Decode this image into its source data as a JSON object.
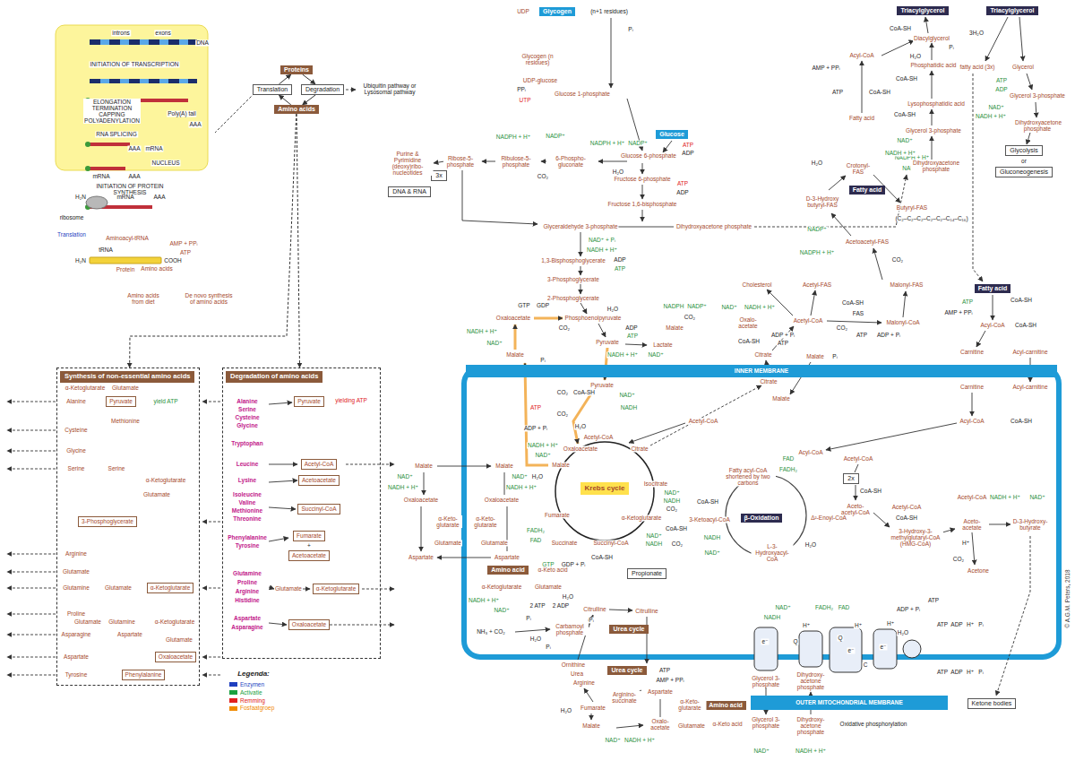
{
  "diagram": {
    "nodes": [
      {
        "text": [
          "Proteins"
        ]
      },
      {
        "text": [
          "Translation"
        ]
      },
      {
        "text": [
          "Degradation"
        ]
      },
      {
        "text": [
          "Amino acids"
        ]
      },
      {
        "text": [
          "Glycogen"
        ]
      },
      {
        "text": [
          "3x"
        ]
      },
      {
        "text": [
          "DNA & RNA"
        ]
      },
      {
        "text": [
          "Glucose"
        ]
      },
      {
        "text": [
          "Triacylglycerol"
        ]
      },
      {
        "text": [
          "Triacylglycerol"
        ]
      },
      {
        "text": [
          "Glycolysis"
        ]
      },
      {
        "text": [
          "Gluconeogenesis"
        ]
      },
      {
        "text": [
          "Fatty acid"
        ]
      },
      {
        "text": [
          "Fatty acid"
        ]
      },
      {
        "text": [
          "INNER MEMBRANE"
        ]
      },
      {
        "text": [
          "Krebs cycle"
        ]
      },
      {
        "text": [
          "β-Oxidation"
        ]
      },
      {
        "text": [
          "2x"
        ]
      },
      {
        "text": [
          "Propionate"
        ]
      },
      {
        "text": [
          "Amino acid"
        ]
      },
      {
        "text": [
          "Urea cycle"
        ]
      },
      {
        "text": [
          "Urea cycle"
        ]
      },
      {
        "text": [
          "Amino acid"
        ]
      },
      {
        "text": [
          "OUTER MITOCHONDRIAL MEMBRANE"
        ]
      },
      {
        "text": [
          "Ketone bodies"
        ]
      },
      {
        "text": [
          "Synthesis of non-essential amino acids"
        ]
      },
      {
        "text": [
          "Pyruvate"
        ],
        "in": 25
      },
      {
        "text": [
          "3-Phosphoglycerate"
        ],
        "in": 25
      },
      {
        "text": [
          "α-Ketoglutarate"
        ],
        "in": 25
      },
      {
        "text": [
          "Oxaloacetate"
        ],
        "in": 25
      },
      {
        "text": [
          "Phenylalanine"
        ],
        "in": 25
      },
      {
        "text": [
          "Degradation of amino acids"
        ]
      },
      {
        "text": [
          "Pyruvate"
        ],
        "in": 31
      },
      {
        "text": [
          "Acetyl-CoA"
        ],
        "in": 31
      },
      {
        "text": [
          "Acetoacetate"
        ],
        "in": 31
      },
      {
        "text": [
          "Succinyl-CoA"
        ],
        "in": 31
      },
      {
        "text": [
          "Fumarate"
        ],
        "in": 31
      },
      {
        "text": [
          "Acetoacetate"
        ],
        "in": 31
      },
      {
        "text": [
          "α-Ketoglutarate"
        ],
        "in": 31
      },
      {
        "text": [
          "Oxaloacetate"
        ],
        "in": 31
      }
    ],
    "edges": [
      {
        "from": 1,
        "to": 0,
        "arrow": "to"
      },
      {
        "from": 0,
        "to": 2,
        "arrow": "to"
      },
      {
        "from": 2,
        "to": 3,
        "arrow": "to"
      },
      {
        "from": 3,
        "to": 1,
        "arrow": "to"
      },
      {
        "from": 3,
        "to": 25,
        "arrow": "to"
      },
      {
        "from": 3,
        "to": 31,
        "arrow": "to"
      }
    ],
    "labels": [
      "introns",
      "exons",
      "DNA",
      "INITIATION OF TRANSCRIPTION",
      "ELONGATION TERMINATION CAPPING POLYADENYLATION",
      "Poly(A) tail",
      "AAA",
      "RNA SPLICING",
      "AAA",
      "mRNA",
      "NUCLEUS",
      "AAA",
      "mRNA",
      "INITIATION OF PROTEIN SYNTHESIS",
      "H₂N",
      "mRNA",
      "AAA",
      "ribosome",
      "Translation",
      "Aminoacyl-tRNA",
      "AMP + PPᵢ",
      "ATP",
      "tRNA",
      "Amino acids",
      "H₂N",
      "COOH",
      "Protein",
      "Amino acids from diet",
      "De novo synthesis of amino acids",
      "Ubiquitin pathway or Lysosomal pathway",
      "UDP",
      "(n+1 residues)",
      "Pᵢ",
      "Glycogen (n residues)",
      "UDP-glucose",
      "PPᵢ",
      "UTP",
      "Glucose 1-phosphate",
      "NADPH + H⁺",
      "NADP⁺",
      "NADPH + H⁺",
      "NADP⁺",
      "Ribose-5-phosphate",
      "Ribulose-5-phosphate",
      "6-Phospho-gluconate",
      "CO₂",
      "H₂O",
      "Glucose 6-phosphate",
      "ATP",
      "ADP",
      "Purine & Pyrimidine (deoxy)ribo-nucleotides",
      "Fructose 6-phosphate",
      "ATP",
      "ADP",
      "Fructose 1,6-bisphosphate",
      "Glyceraldehyde 3-phosphate",
      "Dihydroxyacetone phosphate",
      "NAD⁺ + Pᵢ",
      "NADH + H⁺",
      "1,3-Bisphosphoglycerate",
      "ADP",
      "ATP",
      "3-Phosphoglycerate",
      "2-Phosphoglycerate",
      "GTP",
      "GDP",
      "H₂O",
      "Phosphoenolpyruvate",
      "Oxaloacetate",
      "CO₂",
      "ADP",
      "ATP",
      "Pyruvate",
      "NADH + H⁺",
      "NAD⁺",
      "Malate",
      "NADPH",
      "NADP⁺",
      "CO₂",
      "Malate",
      "Lactate",
      "NADH + H⁺",
      "NAD⁺",
      "Pᵢ",
      "Pyruvate",
      "CO₂",
      "CoA-SH",
      "NAD⁺",
      "NADH",
      "ATP",
      "ADP + Pᵢ",
      "CO₂",
      "H₂O",
      "Acetyl-CoA",
      "NADH + H⁺",
      "NAD⁺",
      "Oxaloacetate",
      "Citrate",
      "Malate",
      "H₂O",
      "Isocitrate",
      "Fumarate",
      "NAD⁺",
      "NADH",
      "CO₂",
      "α-Ketoglutarate",
      "FADH₂",
      "FAD",
      "Succinate",
      "Succinyl-CoA",
      "CoA-SH",
      "NAD⁺",
      "NADH",
      "CO₂",
      "GTP",
      "GDP + Pᵢ",
      "CoA-SH",
      "Malate",
      "NAD⁺",
      "NADH + H⁺",
      "Oxaloacetate",
      "α-Keto-glutarate",
      "Glutamate",
      "Aspartate",
      "Malate",
      "NAD⁺",
      "NADH + H⁺",
      "Oxaloacetate",
      "α-Keto-glutarate",
      "Glutamate",
      "Aspartate",
      "α-Keto acid",
      "α-Ketoglutarate",
      "Glutamate",
      "H₂O",
      "NADH + H⁺",
      "NAD⁺",
      "NH₃ + CO₂",
      "2 ATP",
      "2 ADP",
      "Pᵢ",
      "Carbamoyl phosphate",
      "H₂O",
      "Pᵢ",
      "Citrulline",
      "Pᵢ",
      "Citrulline",
      "Ornithine",
      "Urea",
      "Arginine",
      "ATP",
      "AMP + PPᵢ",
      "Aspartate",
      "Arginino-succinate",
      "Fumarate",
      "H₂O",
      "Malate",
      "Oxalo-acetate",
      "NAD⁺",
      "NADH + H⁺",
      "α-Keto-glutarate",
      "Glutamate",
      "α-Keto acid",
      "NAD⁺",
      "NADH + H⁺",
      "Oxalo-acetate",
      "CoA-SH",
      "ADP + Pᵢ",
      "ATP",
      "Citrate",
      "Acetyl-CoA",
      "Cholesterol",
      "Citrate",
      "Malate",
      "Malate",
      "Pᵢ",
      "Acetyl-FAS",
      "CoA-SH",
      "FAS",
      "CO₂",
      "ATP",
      "ADP + Pᵢ",
      "Malonyl-CoA",
      "Malonyl-FAS",
      "Acetoacetyl-FAS",
      "CO₂",
      "NADP⁺",
      "NADPH + H⁺",
      "D-3-Hydroxy butyryl-FAS",
      "H₂O",
      "Crotonyl-FAS",
      "NADPH + H⁺",
      "NADP⁺",
      "Butyryl-FAS",
      "(C₂–C₂–C₂–C₂–C₂–C₁₄–C₁₆)",
      "CoA-SH",
      "Diacylglycerol",
      "Pᵢ",
      "H₂O",
      "Phosphatidic acid",
      "Acyl-CoA",
      "CoA-SH",
      "AMP + PPᵢ",
      "ATP",
      "CoA-SH",
      "Fatty acid",
      "Lysophosphatidic acid",
      "CoA-SH",
      "Glycerol 3-phosphate",
      "NAD⁺",
      "NADH + H⁺",
      "Dihydroxyacetone phosphate",
      "3H₂O",
      "fatty acid (3x)",
      "Glycerol",
      "ATP",
      "ADP",
      "Glycerol 3-phosphate",
      "NAD⁺",
      "NADH + H⁺",
      "Dihydroxyacetone phosphate",
      "or",
      "ATP",
      "AMP + PPᵢ",
      "CoA-SH",
      "Acyl-CoA",
      "CoA-SH",
      "Carnitine",
      "Acyl-carnitine",
      "Carnitine",
      "Acyl-carnitine",
      "Acyl-CoA",
      "CoA-SH",
      "Acetyl-CoA",
      "Acyl-CoA",
      "Acetyl-CoA",
      "Fatty acyl-CoA shortened by two carbons",
      "CoA-SH",
      "FAD",
      "FADH₂",
      "3-Ketoacyl-CoA",
      "Δ²-Enoyl-CoA",
      "NADH",
      "NAD⁺",
      "L-3-Hydroxyacyl-CoA",
      "H₂O",
      "CoA-SH",
      "Aceto-acetyl-CoA",
      "Acetyl-CoA",
      "CoA-SH",
      "3-Hydroxy-3-methylglutaryl-CoA (HMG-CoA)",
      "Acetyl-CoA",
      "Aceto-acetate",
      "NADH + H⁺",
      "NAD⁺",
      "D-3-Hydroxy-butyrate",
      "H⁺",
      "CO₂",
      "Acetone",
      "NAD⁺",
      "NADH",
      "FADH₂",
      "FAD",
      "H⁺",
      "H⁺",
      "H⁺",
      "ADP + Pᵢ",
      "ATP",
      "H₂O",
      "e⁻",
      "e⁻",
      "e⁻",
      "Q",
      "Q",
      "C",
      "ATP",
      "ADP",
      "H⁺",
      "Pᵢ",
      "ATP",
      "ADP",
      "H⁺",
      "Pᵢ",
      "Glycerol 3-phosphate",
      "Dihydroxy-acetone phosphate",
      "Glycerol 3-phosphate",
      "Dihydroxy-acetone phosphate",
      "NAD⁺",
      "NADH + H⁺",
      "Oxidative phosphorylation",
      "© A.G.M. Peters, 2018",
      "Alanine",
      "Serine",
      "Cysteine",
      "Glycine",
      "Tryptophan",
      "Leucine",
      "Lysine",
      "Isoleucine",
      "Valine",
      "Methionine",
      "Threonine",
      "Phenylalanine",
      "Tyrosine",
      "Glutamine",
      "Proline",
      "Arginine",
      "Histidine",
      "Aspartate",
      "Asparagine",
      "yielding ATP",
      "+",
      "Glutamate",
      "α-Ketoglutarate",
      "Glutamate",
      "Alanine",
      "yield ATP",
      "Methionine",
      "Cysteine",
      "Glycine",
      "Serine",
      "Serine",
      "α-Ketoglutarate",
      "Glutamate",
      "Arginine",
      "Glutamate",
      "Glutamine",
      "Glutamate",
      "Proline",
      "Glutamate",
      "Glutamine",
      "α-Ketoglutarate",
      "Asparagine",
      "Aspartate",
      "Glutamate",
      "Aspartate",
      "Tyrosine",
      "Legenda:"
    ],
    "legend": [
      {
        "text": "Enzymen",
        "color": "#1f3fbf"
      },
      {
        "text": "Activatie",
        "color": "#1aa040"
      },
      {
        "text": "Remming",
        "color": "#e02020"
      },
      {
        "text": "Fosfaatgroep",
        "color": "#f08a00"
      }
    ]
  }
}
